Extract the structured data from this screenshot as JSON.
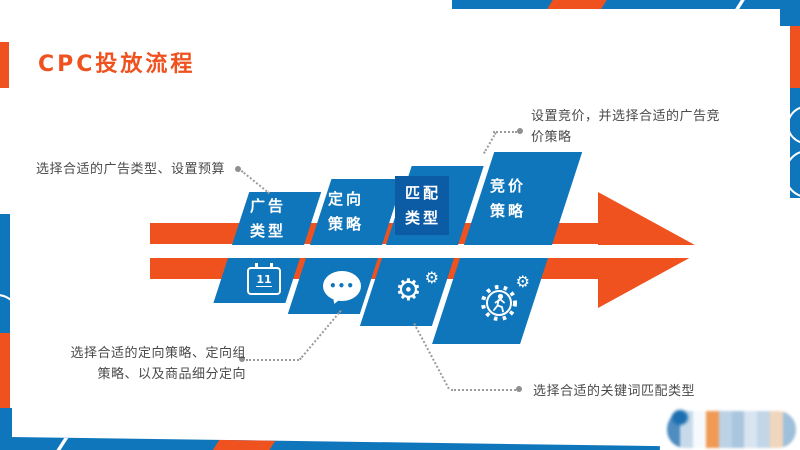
{
  "title": "CPC投放流程",
  "steps": [
    {
      "line1": "广告",
      "line2": "类型"
    },
    {
      "line1": "定向",
      "line2": "策略"
    },
    {
      "line1": "匹配",
      "line2": "类型"
    },
    {
      "line1": "竞价",
      "line2": "策略"
    }
  ],
  "icons": {
    "calendar_day": "11",
    "chat_dots": "•••",
    "gear_main": "⚙",
    "gear_small": "⚙",
    "runner_gear_small": "⚙"
  },
  "annotations": {
    "ad_type": "选择合适的广告类型、设置预算",
    "bidding_line1": "设置竞价，并选择合适的广告竞",
    "bidding_line2": "价策略",
    "targeting_line1": "选择合适的定向策略、定向组",
    "targeting_line2": "策略、以及商品细分定向",
    "keyword_match": "选择合适的关键词匹配类型"
  },
  "colors": {
    "brand_blue": "#1076BC",
    "brand_orange": "#F0521F",
    "highlight_box_blue": "#0B5BA5",
    "annotation_gray": "#4A4A4A"
  }
}
